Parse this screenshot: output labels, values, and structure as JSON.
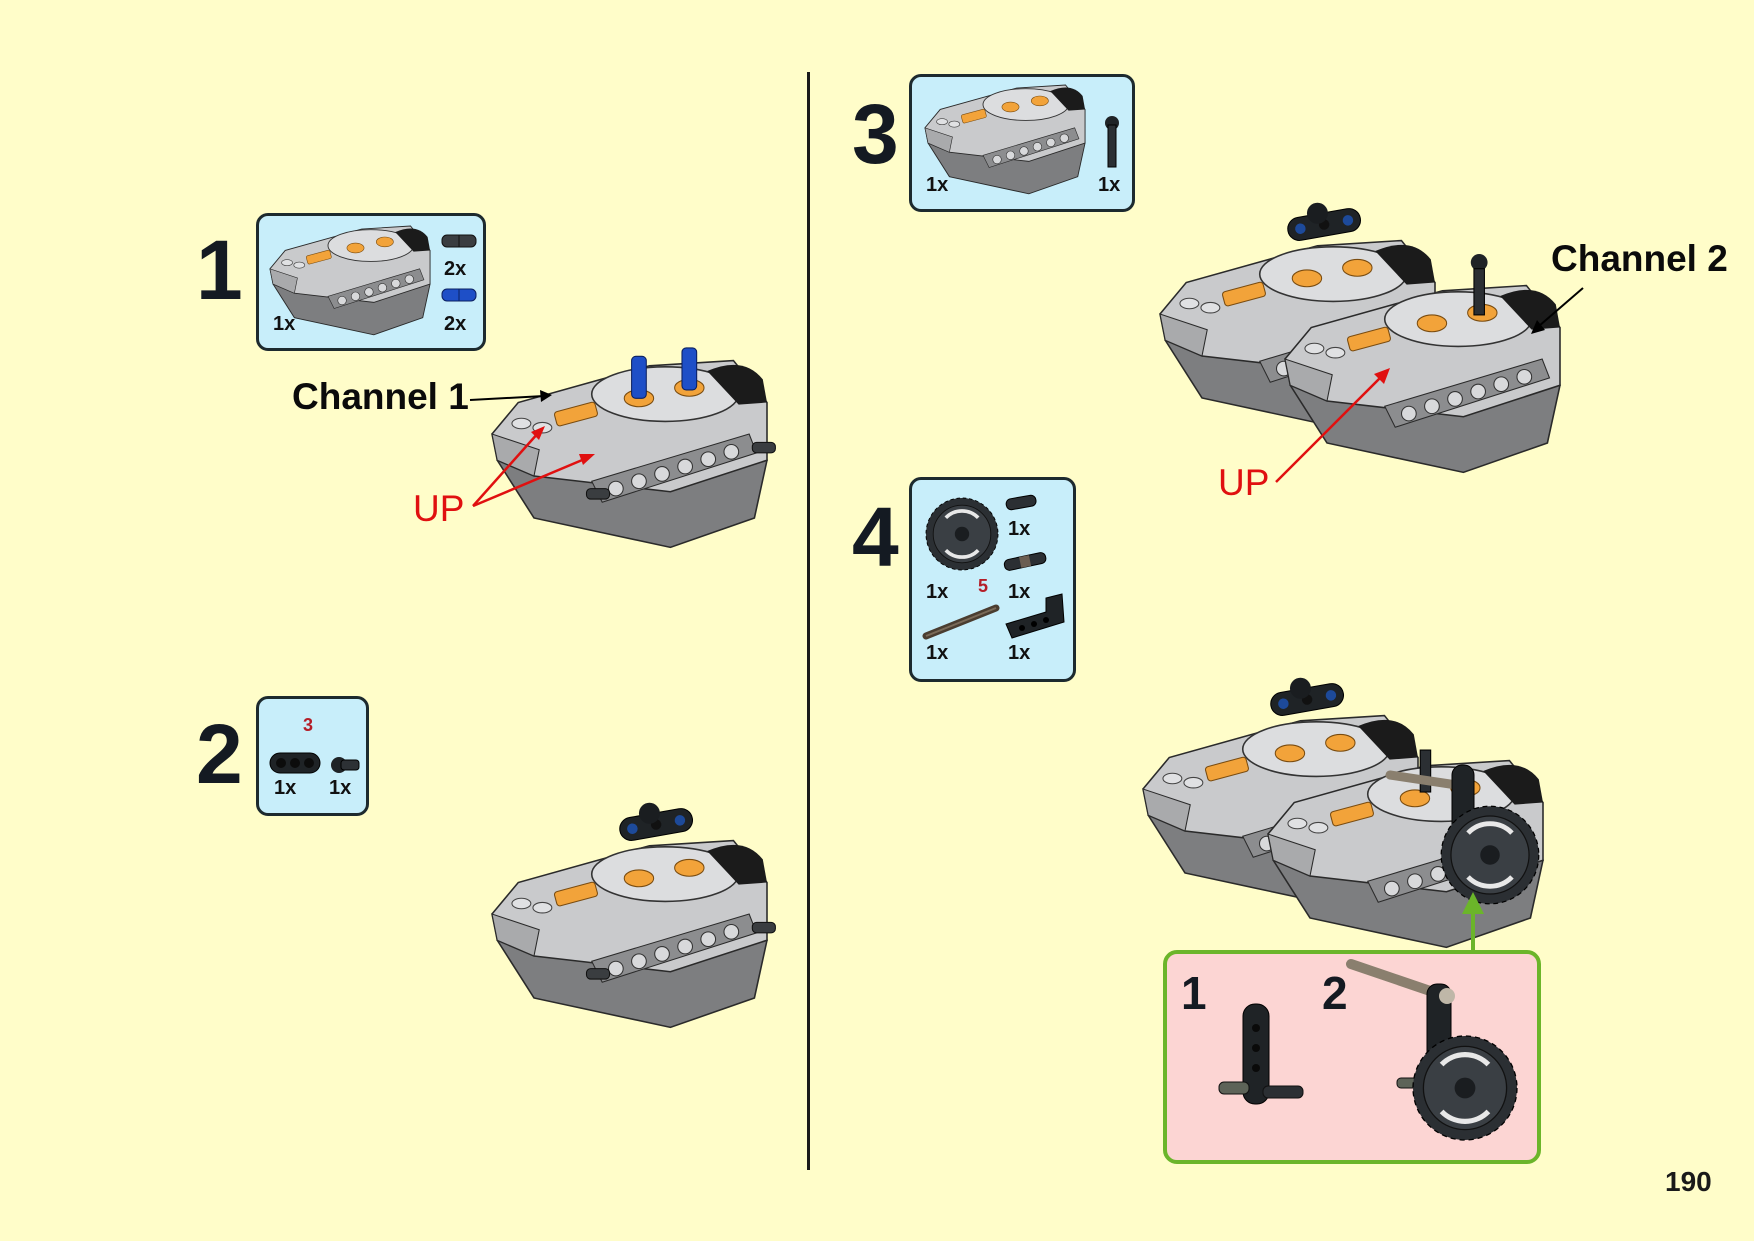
{
  "page": {
    "page_number": "190",
    "background_color": "#fffdc9",
    "callout_color": "#c8eefa",
    "subassembly_color": "#fcd5d3",
    "subassembly_border": "#6bb52a",
    "annotation_red": "#e01010"
  },
  "steps": [
    {
      "number": "1",
      "parts": [
        {
          "name": "power-functions-ir-receiver",
          "qty": "1x"
        },
        {
          "name": "black-friction-pin",
          "qty": "2x"
        },
        {
          "name": "blue-axle-pin",
          "qty": "2x"
        }
      ],
      "labels": {
        "channel": "Channel 1",
        "up": "UP"
      }
    },
    {
      "number": "2",
      "parts_count_label": "3",
      "parts": [
        {
          "name": "black-3-hole-beam",
          "qty": "1x"
        },
        {
          "name": "black-ball-joint-pin",
          "qty": "1x"
        }
      ]
    },
    {
      "number": "3",
      "parts": [
        {
          "name": "power-functions-ir-receiver",
          "qty": "1x"
        },
        {
          "name": "black-axle-with-connector",
          "qty": "1x"
        }
      ],
      "labels": {
        "channel": "Channel 2",
        "up": "UP"
      }
    },
    {
      "number": "4",
      "parts_count_label": "5",
      "parts": [
        {
          "name": "black-40-tooth-gear",
          "qty": "1x"
        },
        {
          "name": "black-pin-short",
          "qty": "1x"
        },
        {
          "name": "black-pin-long",
          "qty": "1x"
        },
        {
          "name": "brown-axle-8",
          "qty": "1x"
        },
        {
          "name": "black-l-beam",
          "qty": "1x"
        }
      ],
      "subassembly": {
        "sub_step_1": "1",
        "sub_step_2": "2"
      }
    }
  ]
}
